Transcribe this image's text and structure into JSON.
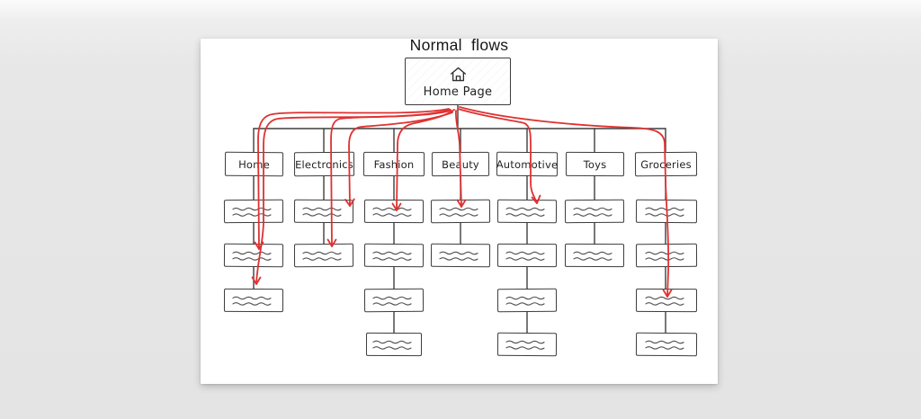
{
  "title": "Normal flows",
  "root": {
    "label": "Home Page",
    "icon": "home-icon"
  },
  "categories": [
    {
      "label": "Home",
      "sub_pages": 3
    },
    {
      "label": "Electronics",
      "sub_pages": 2
    },
    {
      "label": "Fashion",
      "sub_pages": 4
    },
    {
      "label": "Beauty",
      "sub_pages": 2
    },
    {
      "label": "Automotive",
      "sub_pages": 4
    },
    {
      "label": "Toys",
      "sub_pages": 2
    },
    {
      "label": "Groceries",
      "sub_pages": 4
    }
  ],
  "flows": [
    {
      "from": "Home Page",
      "to": "Home",
      "target_sub_page_level": 2
    },
    {
      "from": "Home Page",
      "to": "Home",
      "target_sub_page_level": 3
    },
    {
      "from": "Home Page",
      "to": "Electronics",
      "target_sub_page_level": 1
    },
    {
      "from": "Home Page",
      "to": "Electronics",
      "target_sub_page_level": 2
    },
    {
      "from": "Home Page",
      "to": "Fashion",
      "target_sub_page_level": 1
    },
    {
      "from": "Home Page",
      "to": "Beauty",
      "target_sub_page_level": 1
    },
    {
      "from": "Home Page",
      "to": "Automotive",
      "target_sub_page_level": 1
    },
    {
      "from": "Home Page",
      "to": "Groceries",
      "target_sub_page_level": 3
    }
  ],
  "colors": {
    "flow_arrow": "#e03131",
    "ink": "#3c3c3c",
    "page_background": "#ffffff",
    "canvas_background": "#e7e7e7"
  }
}
